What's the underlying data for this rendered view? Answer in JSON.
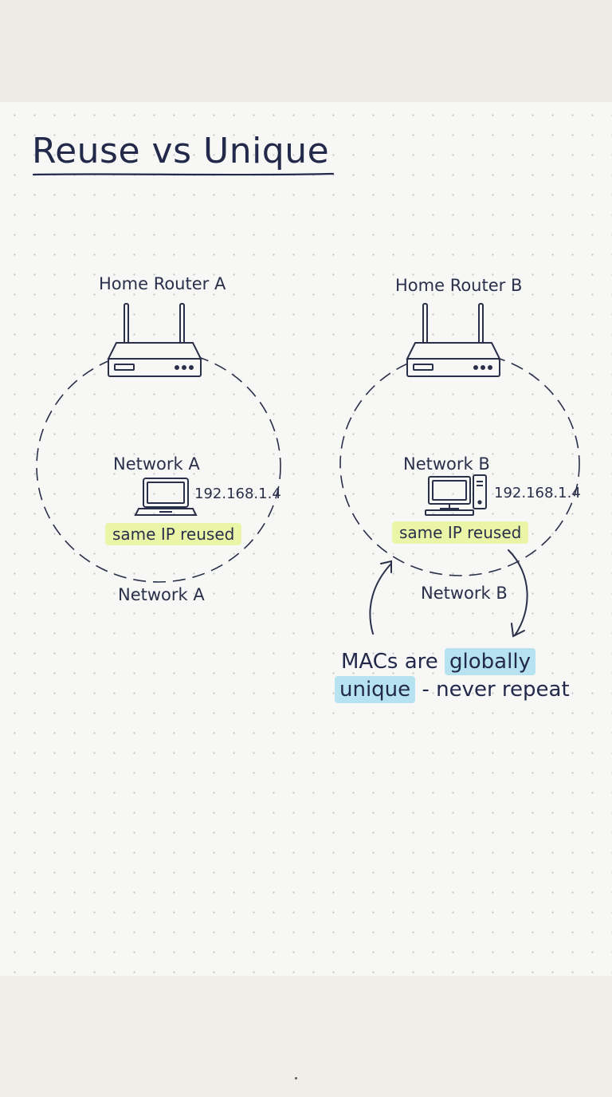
{
  "title": "Reuse vs Unique",
  "left": {
    "router_label": "Home Router A",
    "network_label": "Network A",
    "ip": "192.168.1.4",
    "highlight": "same IP reused",
    "bottom_label": "Network A"
  },
  "right": {
    "router_label": "Home Router B",
    "network_label": "Network B",
    "ip": "192.168.1.4",
    "highlight": "same IP reused",
    "bottom_label": "Network B"
  },
  "note": {
    "part1": "MACs are",
    "highlight1": "globally",
    "highlight2": "unique",
    "part2": "- never repeat"
  },
  "colors": {
    "ink": "#2a2f4a",
    "highlight_yellow": "#eaf5a8",
    "highlight_blue": "#b6e3ef",
    "paper": "#f7f7f5"
  },
  "icons": [
    "router-icon",
    "laptop-icon",
    "desktop-computer-icon",
    "curved-arrow-icon"
  ]
}
